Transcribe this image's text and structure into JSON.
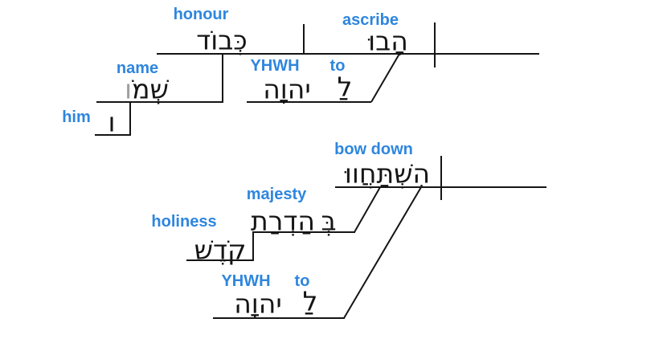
{
  "colors": {
    "label_blue": "#2E86DE",
    "ink": "#151515",
    "suffix_gray": "#9E9E9E",
    "bg": "#FFFFFF"
  },
  "clause1": {
    "verb": {
      "gloss": "ascribe",
      "hebrew": "הָבוּ"
    },
    "object": {
      "gloss": "honour",
      "hebrew": "כְּבוֹד"
    },
    "genitive": {
      "gloss": "name",
      "hebrew_stem": "שְׁמֹ",
      "hebrew_suffix": "ו"
    },
    "suffix": {
      "gloss": "him",
      "hebrew": "ו"
    },
    "pp": {
      "prep_gloss": "to",
      "prep_hebrew": "לַ",
      "object_gloss": "YHWH",
      "object_hebrew": "יהוָה"
    }
  },
  "clause2": {
    "verb": {
      "gloss": "bow down",
      "hebrew": "הִשְׁתַּחֲווּ"
    },
    "pp1": {
      "prep_hebrew": "בְּ",
      "object_gloss": "majesty",
      "object_hebrew": "הַדְרַת"
    },
    "genitive": {
      "gloss": "holiness",
      "hebrew": "קֹדֶשׁ"
    },
    "pp2": {
      "prep_gloss": "to",
      "prep_hebrew": "לַ",
      "object_gloss": "YHWH",
      "object_hebrew": "יהוָה"
    }
  }
}
